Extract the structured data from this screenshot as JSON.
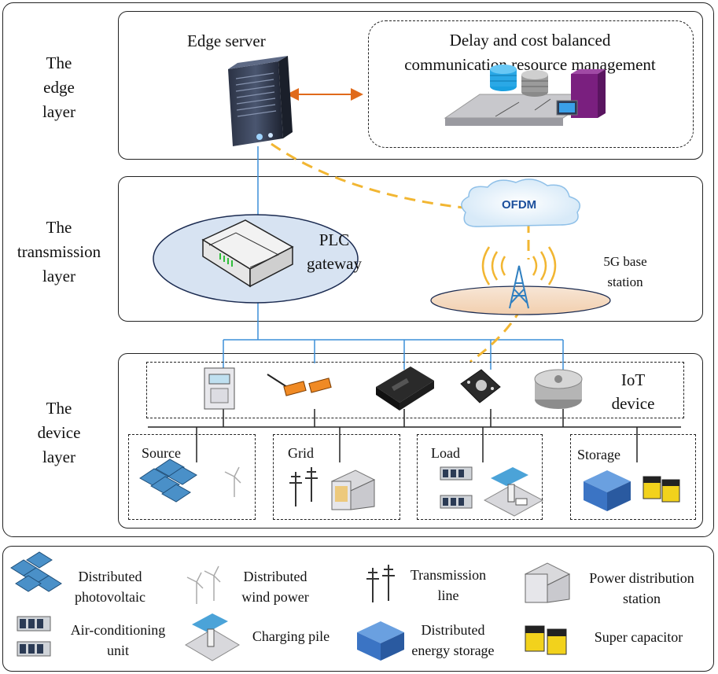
{
  "layers": {
    "edge": [
      "The",
      "edge",
      "layer"
    ],
    "transmission": [
      "The",
      "transmission",
      "layer"
    ],
    "device": [
      "The",
      "device",
      "layer"
    ]
  },
  "edge_server": "Edge server",
  "management": [
    "Delay and cost balanced",
    "communication resource management"
  ],
  "ofdm": "OFDM",
  "plc_gateway": [
    "PLC",
    "gateway"
  ],
  "base_station": [
    "5G base",
    "station"
  ],
  "iot_device": [
    "IoT",
    "device"
  ],
  "groups": {
    "source": "Source",
    "grid": "Grid",
    "load": "Load",
    "storage": "Storage"
  },
  "legend": {
    "pv": [
      "Distributed",
      "photovoltaic"
    ],
    "wind": [
      "Distributed",
      "wind power"
    ],
    "line": [
      "Transmission",
      "line"
    ],
    "station": [
      "Power distribution",
      "station"
    ],
    "ac": [
      "Air-conditioning",
      "unit"
    ],
    "charging": "Charging pile",
    "storage": [
      "Distributed",
      "energy storage"
    ],
    "capacitor": "Super capacitor"
  },
  "colors": {
    "link_blue": "#3b8fd9",
    "wireless_gold": "#f2b632",
    "arrow_orange": "#e06a1b"
  }
}
